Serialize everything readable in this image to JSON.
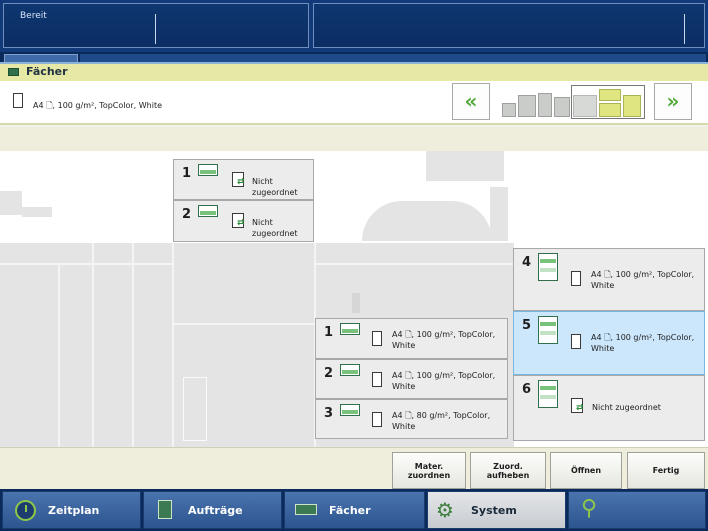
{
  "status": {
    "text": "Bereit"
  },
  "panel": {
    "title": "Fächer"
  },
  "media_info": "A4 🗋, 100 g/m², TopColor, White",
  "printer_nav": {
    "prev": "«",
    "next": "»"
  },
  "upper_trays": [
    {
      "number": "1",
      "text": "Nicht zugeordnet"
    },
    {
      "number": "2",
      "text": "Nicht zugeordnet"
    }
  ],
  "middle_trays": [
    {
      "number": "1",
      "text": "A4 🗋, 100 g/m², TopColor, White"
    },
    {
      "number": "2",
      "text": "A4 🗋, 100 g/m², TopColor, White"
    },
    {
      "number": "3",
      "text": "A4 🗋, 80 g/m², TopColor, White"
    }
  ],
  "right_trays": [
    {
      "number": "4",
      "text": "A4 🗋, 100 g/m², TopColor, White",
      "selected": false
    },
    {
      "number": "5",
      "text": "A4 🗋, 100 g/m², TopColor, White",
      "selected": true
    },
    {
      "number": "6",
      "text": "Nicht zugeordnet",
      "selected": false
    }
  ],
  "actions": {
    "assign": "Mater. zuordnen",
    "unassign": "Zuord. aufheben",
    "open": "Öffnen",
    "done": "Fertig"
  },
  "bottom_nav": {
    "schedule": "Zeitplan",
    "jobs": "Aufträge",
    "trays": "Fächer",
    "system": "System"
  },
  "colors": {
    "accent_green": "#54a83c",
    "title_bar": "#e6e8a6",
    "selected_tray": "#cce6fb",
    "nav_blue": "#2d558f"
  },
  "icons": {
    "schedule": "clock-icon",
    "jobs": "document-icon",
    "trays": "tray-icon",
    "system": "gear-icon",
    "user": "user-key-icon"
  }
}
